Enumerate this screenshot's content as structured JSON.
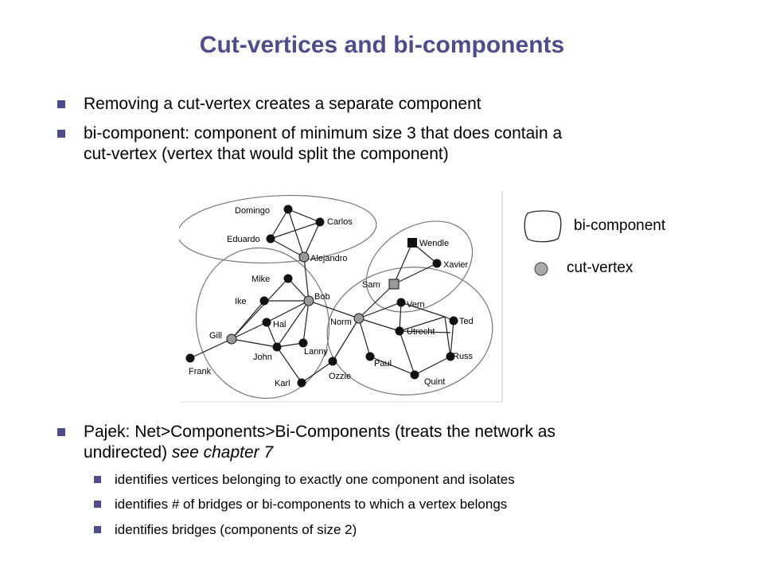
{
  "title": "Cut-vertices and bi-components",
  "bullets": [
    "Removing a cut-vertex creates a separate component",
    "bi-component: component of minimum size 3 that does contain a",
    "cut-vertex (vertex that would split the component)"
  ],
  "legend": {
    "bicomponent_label": "bi-component",
    "cutvertex_label": "cut-vertex"
  },
  "graph": {
    "nodes": {
      "Domingo": "Domingo",
      "Carlos": "Carlos",
      "Eduardo": "Eduardo",
      "Alejandro": "Alejandro",
      "Wendle": "Wendle",
      "Xavier": "Xavier",
      "Sam": "Sam",
      "Mike": "Mike",
      "Ike": "Ike",
      "Bob": "Bob",
      "Vern": "Vern",
      "Ted": "Ted",
      "Norm": "Norm",
      "Hal": "Hal",
      "Utrecht": "Utrecht",
      "Gill": "Gill",
      "John": "John",
      "Lanny": "Lanny",
      "Russ": "Russ",
      "Paul": "Paul",
      "Frank": "Frank",
      "Ozzie": "Ozzie",
      "Karl": "Karl",
      "Quint": "Quint"
    }
  },
  "pajek": {
    "line1_a": "Pajek: Net>Components>Bi-Components (treats the network as",
    "line2_a": "undirected)",
    "line2_b": "see chapter 7"
  },
  "subbullets": [
    "identifies vertices belonging to exactly one component and isolates",
    "identifies # of bridges or bi-components to which a vertex belongs",
    "identifies bridges (components of size 2)"
  ]
}
